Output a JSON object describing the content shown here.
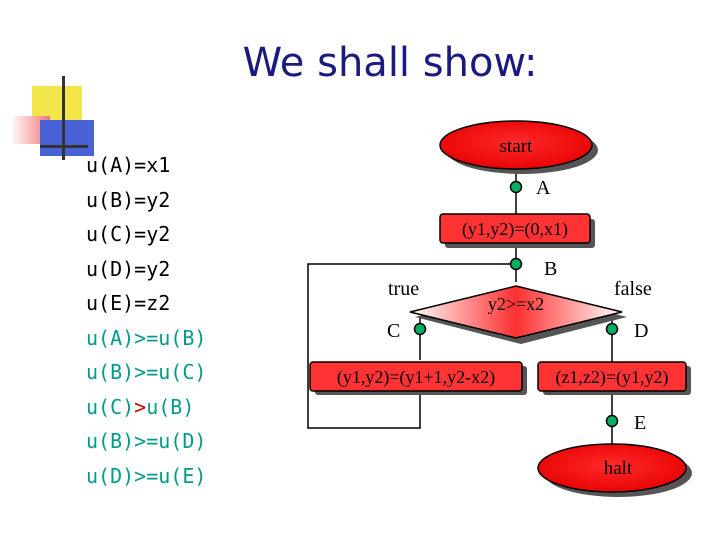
{
  "title": "We shall show:",
  "conditions": [
    {
      "parts": [
        {
          "text": "u(A)=x1",
          "color": "black"
        }
      ]
    },
    {
      "parts": [
        {
          "text": "u(B)=y2",
          "color": "black"
        }
      ]
    },
    {
      "parts": [
        {
          "text": "u(C)=y2",
          "color": "black"
        }
      ]
    },
    {
      "parts": [
        {
          "text": "u(D)=y2",
          "color": "black"
        }
      ]
    },
    {
      "parts": [
        {
          "text": "u(E)=z2",
          "color": "black"
        }
      ]
    },
    {
      "parts": [
        {
          "text": "u(A)>=u(B)",
          "color": "teal"
        }
      ]
    },
    {
      "parts": [
        {
          "text": "u(B)>=u(C)",
          "color": "teal"
        }
      ]
    },
    {
      "parts": [
        {
          "text": "u(C)",
          "color": "teal"
        },
        {
          "text": ">",
          "color": "red"
        },
        {
          "text": "u(B)",
          "color": "teal"
        }
      ]
    },
    {
      "parts": [
        {
          "text": "u(B)>=u(D)",
          "color": "teal"
        }
      ]
    },
    {
      "parts": [
        {
          "text": "u(D)>=u(E)",
          "color": "teal"
        }
      ]
    }
  ],
  "flowchart": {
    "start": "start",
    "point_a": "A",
    "assign_init": "(y1,y2)=(0,x1)",
    "point_b": "B",
    "decision": "y2>=x2",
    "true_label": "true",
    "false_label": "false",
    "point_c": "C",
    "point_d": "D",
    "assign_loop": "(y1,y2)=(y1+1,y2-x2)",
    "assign_final": "(z1,z2)=(y1,y2)",
    "point_e": "E",
    "halt": "halt"
  },
  "colors": {
    "title": "#1a1a80",
    "teal": "#009b8a",
    "red": "#d10000",
    "node_fill": "#ff3333",
    "node_shadow": "#555555",
    "point_fill": "#00b060"
  }
}
